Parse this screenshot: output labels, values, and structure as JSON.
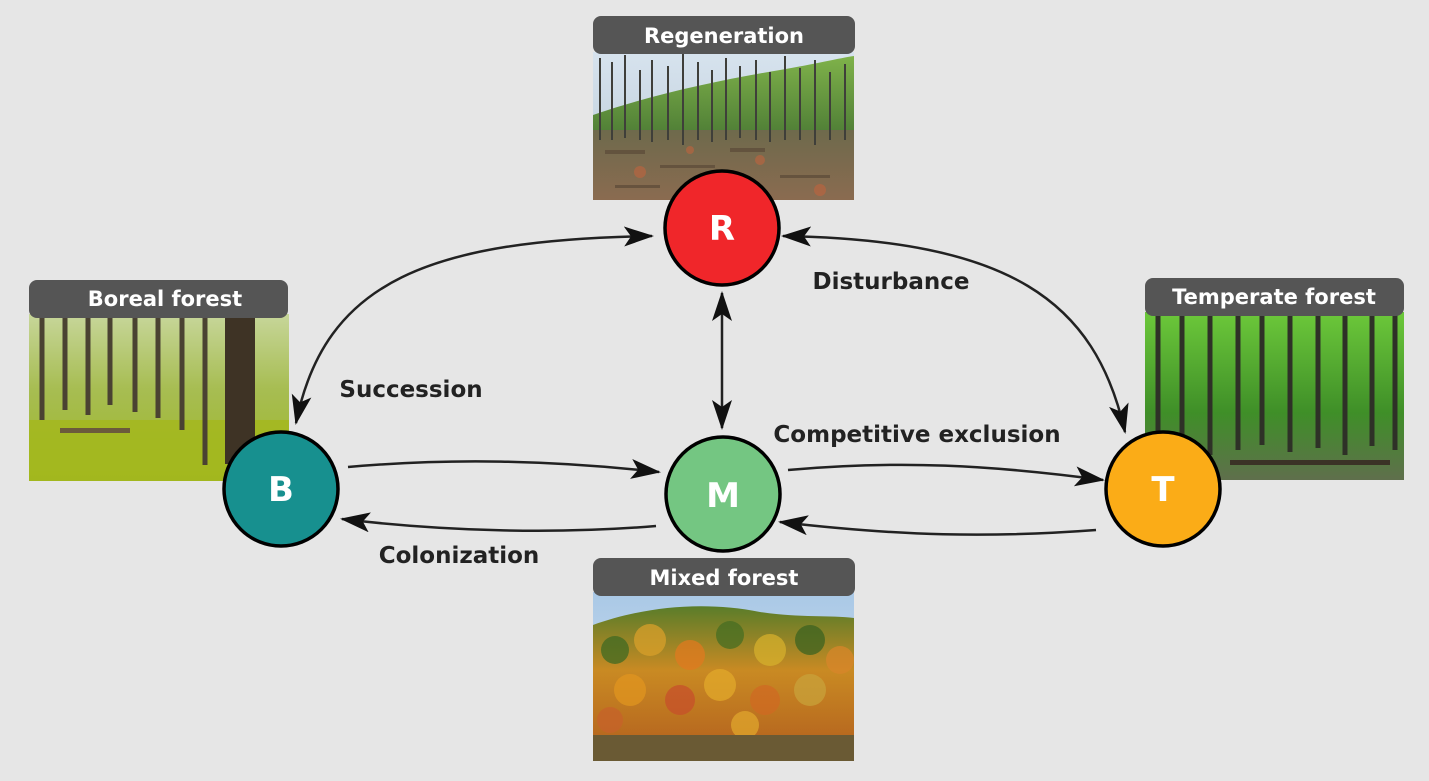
{
  "panels": {
    "regeneration": {
      "title": "Regeneration",
      "photo": "burned-forest-photo"
    },
    "boreal": {
      "title": "Boreal forest",
      "photo": "boreal-forest-photo"
    },
    "temperate": {
      "title": "Temperate forest",
      "photo": "temperate-forest-photo"
    },
    "mixed": {
      "title": "Mixed forest",
      "photo": "mixed-forest-autumn-photo"
    }
  },
  "nodes": {
    "R": {
      "letter": "R",
      "color": "#f0262a"
    },
    "B": {
      "letter": "B",
      "color": "#17908f"
    },
    "M": {
      "letter": "M",
      "color": "#74c682"
    },
    "T": {
      "letter": "T",
      "color": "#fbac17"
    }
  },
  "edges": {
    "disturbance": "Disturbance",
    "succession": "Succession",
    "competitive_exclusion": "Competitive exclusion",
    "colonization": "Colonization"
  }
}
